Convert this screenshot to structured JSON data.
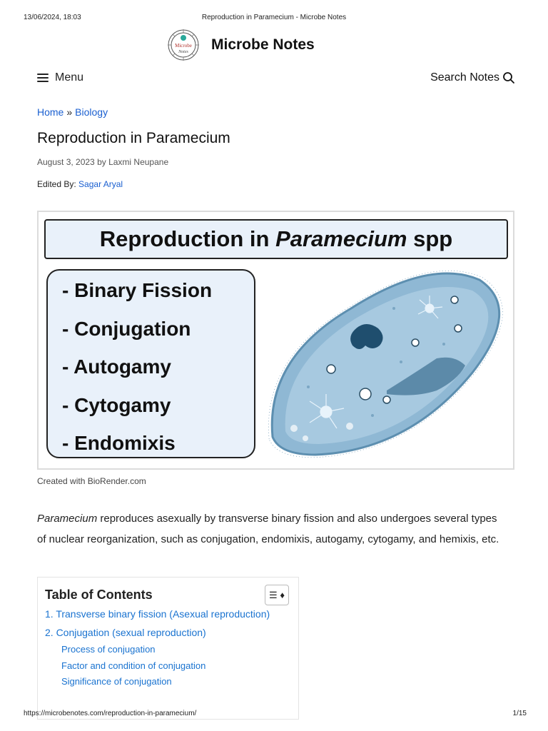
{
  "print_header": {
    "datetime": "13/06/2024, 18:03",
    "page_title": "Reproduction in Paramecium - Microbe Notes"
  },
  "brand": {
    "name": "Microbe Notes",
    "logo_top": "Microbe",
    "logo_bottom": "Notes"
  },
  "nav": {
    "menu_label": "Menu",
    "search_label": "Search Notes"
  },
  "breadcrumb": {
    "home": "Home",
    "separator": "»",
    "category": "Biology"
  },
  "article": {
    "title": "Reproduction in Paramecium",
    "meta": "August 3, 2023 by Laxmi Neupane",
    "edited_label": "Edited By:",
    "editor": "Sagar Aryal"
  },
  "hero": {
    "title_prefix": "Reproduction in",
    "title_italic": "Paramecium",
    "title_suffix": "spp",
    "items": [
      "- Binary Fission",
      "- Conjugation",
      "- Autogamy",
      "- Cytogamy",
      "- Endomixis"
    ],
    "colors": {
      "panel_bg": "#e9f1fa",
      "cell_fill": "#8fb8d4",
      "cell_edge": "#5d8fb0",
      "nucleus": "#1f4e6e"
    }
  },
  "caption": "Created with BioRender.com",
  "intro": {
    "italic_lead": "Paramecium",
    "text": " reproduces asexually by transverse binary fission and also undergoes several types of nuclear reorganization, such as conjugation, endomixis, autogamy, cytogamy, and hemixis, etc."
  },
  "toc": {
    "title": "Table of Contents",
    "toggle_icon": "☰ ♦",
    "items": [
      "1.  Transverse binary fission (Asexual reproduction)",
      "2. Conjugation (sexual reproduction)"
    ],
    "subitems": [
      "Process of conjugation",
      "Factor and condition of conjugation",
      "Significance of conjugation"
    ]
  },
  "print_footer": {
    "url": "https://microbenotes.com/reproduction-in-paramecium/",
    "page": "1/15"
  },
  "colors": {
    "link": "#1a5fd0",
    "toc_link": "#1a73d0"
  }
}
